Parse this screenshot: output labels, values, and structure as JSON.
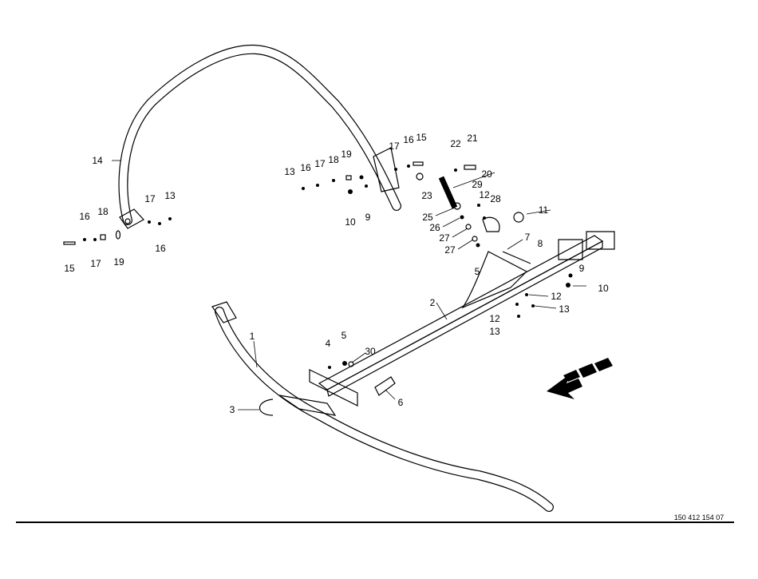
{
  "drawing": {
    "document_number": "150 412 154 07",
    "direction_arrow_icon": "travel-direction-arrow",
    "callouts": [
      "14",
      "13",
      "16",
      "17",
      "18",
      "19",
      "10",
      "9",
      "17",
      "16",
      "15",
      "22",
      "21",
      "20",
      "23",
      "29",
      "12",
      "28",
      "25",
      "26",
      "27",
      "27",
      "5",
      "11",
      "7",
      "8",
      "9",
      "10",
      "12",
      "13",
      "12",
      "13",
      "2",
      "1",
      "5",
      "4",
      "30",
      "6",
      "3",
      "16",
      "18",
      "17",
      "13",
      "15",
      "17",
      "19",
      "16"
    ]
  }
}
